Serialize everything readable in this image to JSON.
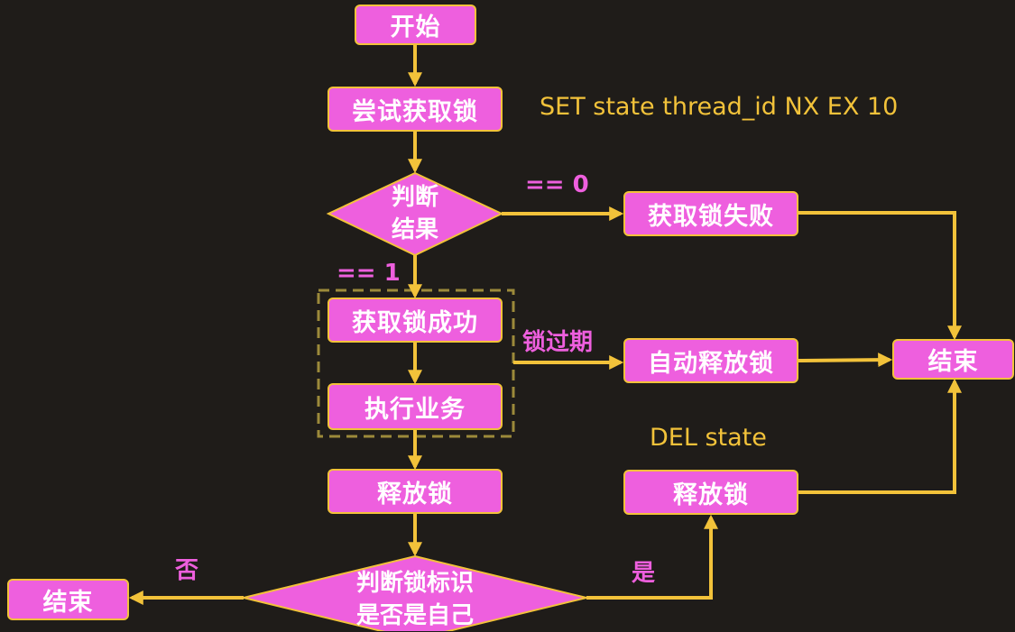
{
  "nodes": {
    "start": "开始",
    "try_lock": "尝试获取锁",
    "judge_result": [
      "判断",
      "结果"
    ],
    "lock_fail": "获取锁失败",
    "lock_success": "获取锁成功",
    "execute_business": "执行业务",
    "auto_release": "自动释放锁",
    "end_right": "结束",
    "release_lock_main": "释放锁",
    "release_lock_right": "释放锁",
    "judge_owner": [
      "判断锁标识",
      "是否是自己"
    ],
    "end_left": "结束"
  },
  "labels": {
    "set_command": "SET state thread_id NX EX 10",
    "eq_zero": "== 0",
    "eq_one": "== 1",
    "lock_expired": "锁过期",
    "del_command": "DEL state",
    "yes": "是",
    "no": "否"
  },
  "colors": {
    "background": "#1f1c19",
    "node_fill": "#ee5fde",
    "connector": "#f2c23a",
    "group_border": "#9c8a3a"
  }
}
